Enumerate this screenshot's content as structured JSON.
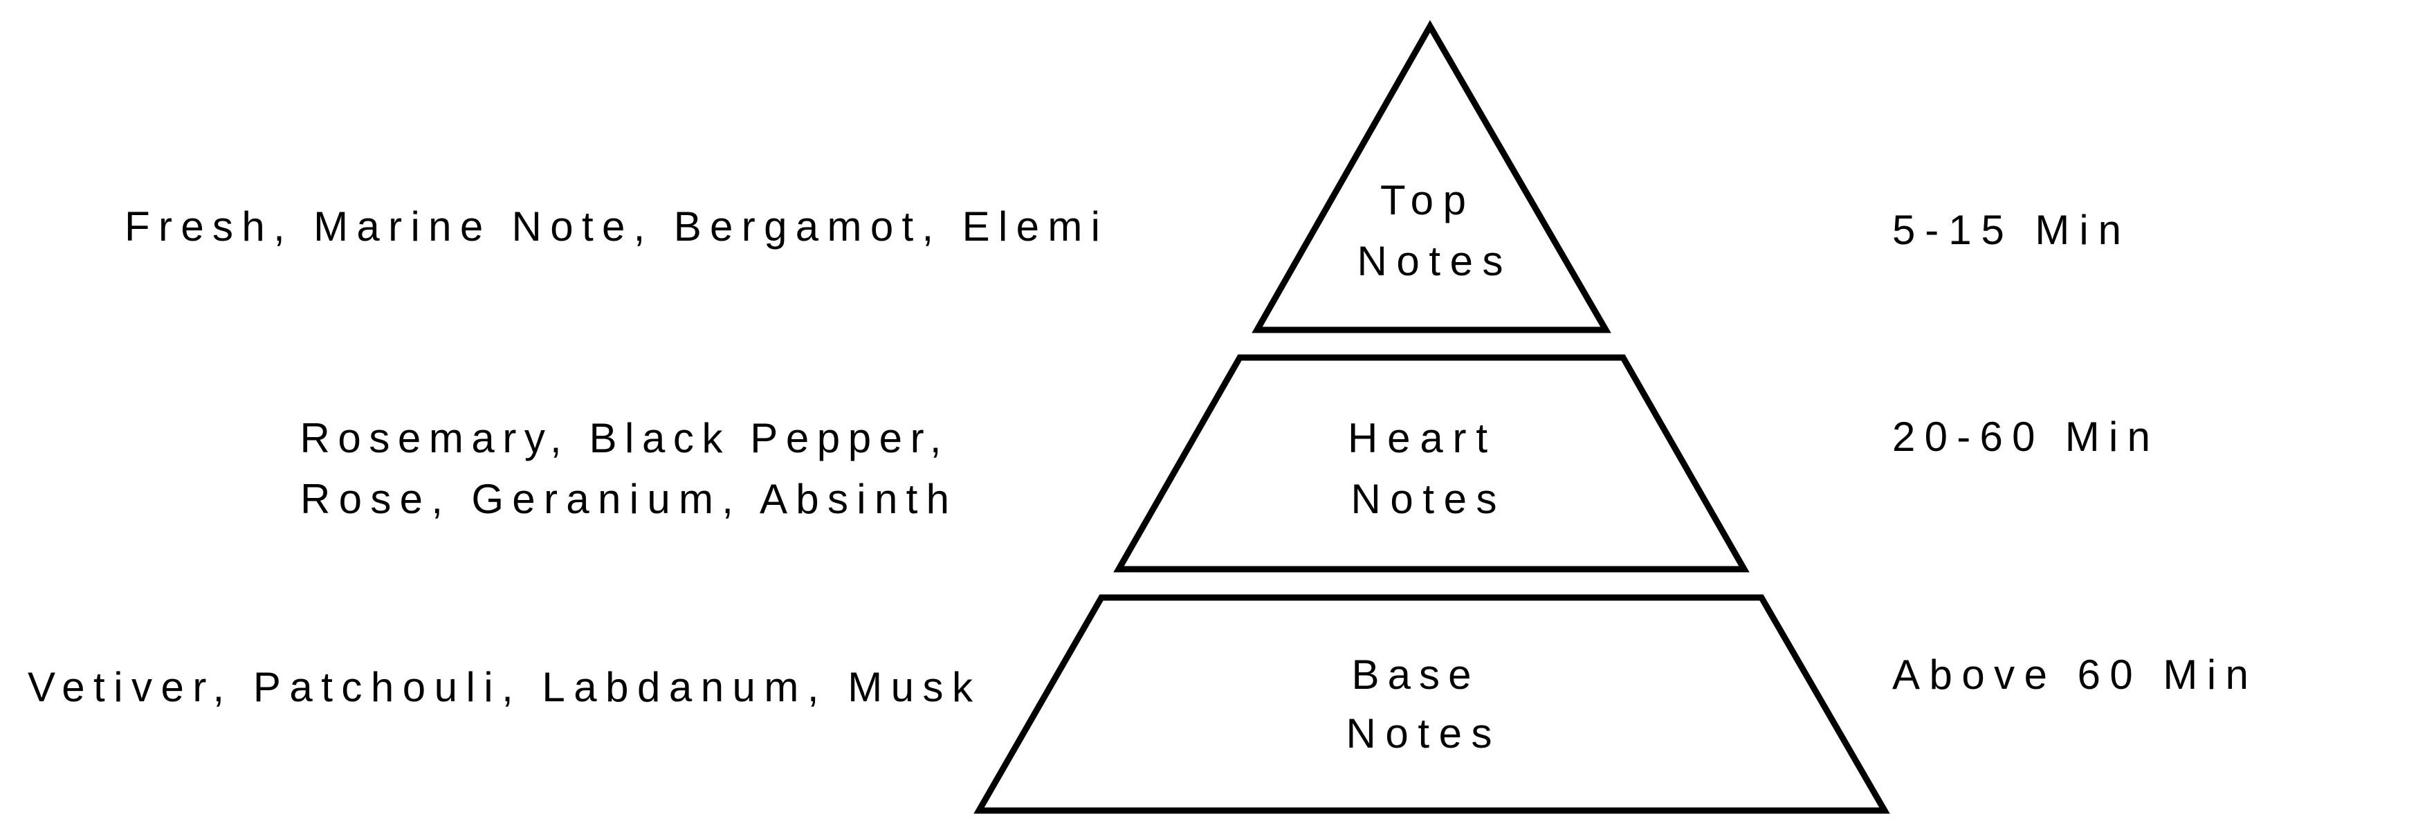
{
  "colors": {
    "stroke": "#000000",
    "background": "#ffffff"
  },
  "tiers": [
    {
      "name_lines": [
        "Top",
        "Notes"
      ],
      "ingredients_lines": [
        "Fresh, Marine Note, Bergamot, Elemi"
      ],
      "duration": "5-15 Min"
    },
    {
      "name_lines": [
        "Heart",
        "Notes"
      ],
      "ingredients_lines": [
        "Rosemary, Black Pepper,",
        "Rose, Geranium, Absinth"
      ],
      "duration": "20-60 Min"
    },
    {
      "name_lines": [
        "Base",
        "Notes"
      ],
      "ingredients_lines": [
        "Vetiver, Patchouli, Labdanum, Musk"
      ],
      "duration": "Above 60 Min"
    }
  ]
}
